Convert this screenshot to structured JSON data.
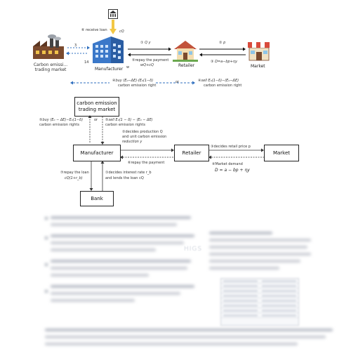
{
  "top_diagram": {
    "receive_loan": "⑥ receive loan",
    "receive_loan_var": "cQ",
    "q_y": "① Q    y",
    "repay": "⑤repay the payment",
    "repay_formula": "wQ+cQ",
    "p_price": "② p",
    "demand": "③ D=a−bp+ηy",
    "carbon_market_label": "Carbon emissi... trading market",
    "manufacturer_label": "Manufacturer",
    "retailer_label": "Retailer",
    "market_label": "Market",
    "buy_rights": "④buy (E₀−ΔE)·(E₀(1−δ)",
    "buy_rights_sub": "carbon emission right",
    "sell_rights": "④sell E₀(1−δ)−(E₀−ΔE)",
    "sell_rights_sub": "carbon emission right",
    "num_w": "w",
    "num_or": "or",
    "num_14": "14",
    "num_3": "3"
  },
  "main_diagram": {
    "carbon_box": "carbon emission trading market",
    "manufacturer_box": "Manufacturer",
    "retailer_box": "Retailer",
    "market_box": "Market",
    "bank_box": "Bank",
    "buy_label_1": "⑤buy (E₀ − ΔE)−E₀(1−δ)",
    "buy_label_2": "carbon emission rights",
    "or_label": "or",
    "sell_label_1": "⑤sell E₀(1 − δ) − (E₀ − ΔE)",
    "sell_label_2": "carbon emission rights",
    "decides_production_1": "②decides production Q",
    "decides_production_2": "and unit carbon emission",
    "decides_production_3": "reduction  y",
    "decides_retail": "③decides retail price p",
    "repay_payment": "⑥repay the payment",
    "market_demand_1": "④Market demand",
    "market_demand_2": "D = a − bp + ηy",
    "repay_loan_1": "⑦repay the loan",
    "repay_loan_2": "cQ(1+r_b)",
    "decides_interest_1": "①decides interest rate r_b",
    "decides_interest_2": "and lends the loan  cQ"
  },
  "blurred": {
    "watermark": "HIGS"
  }
}
